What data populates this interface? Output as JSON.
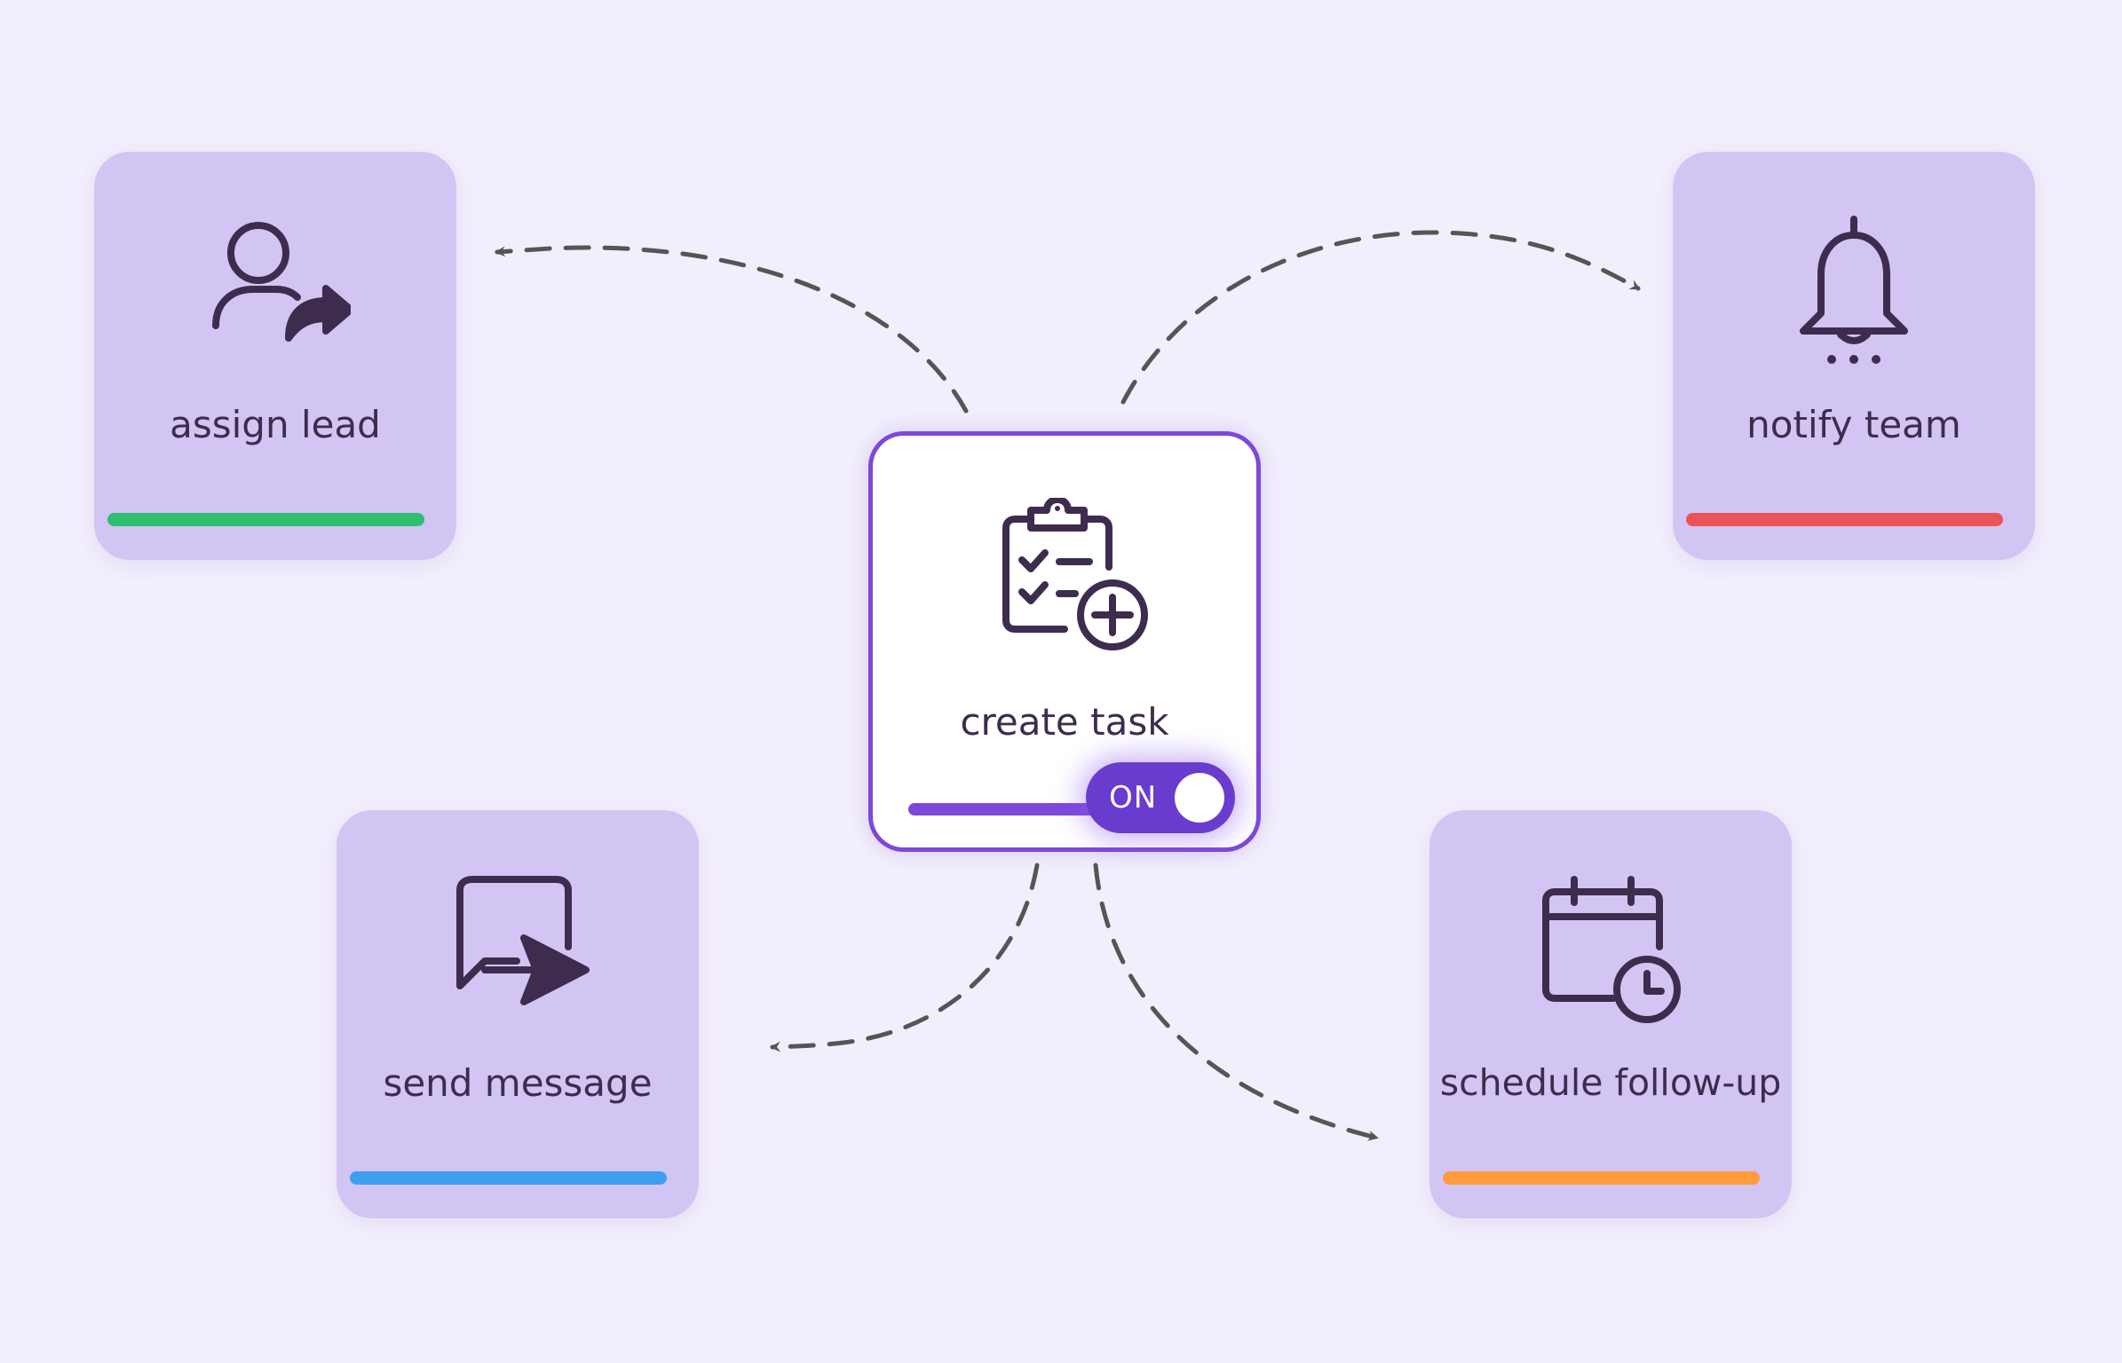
{
  "colors": {
    "background": "#f2eefc",
    "card": "#d2c5f3",
    "accent": "#7d48da",
    "toggle": "#6a3bcf",
    "connector": "#555555",
    "icon_stroke": "#3e2c4e"
  },
  "center": {
    "label": "create task",
    "icon": "clipboard-add-icon",
    "toggle_label": "ON",
    "toggle_on": true
  },
  "actions": [
    {
      "id": "assign",
      "label": "assign lead",
      "icon": "user-forward-icon",
      "bar_color": "#2fbf73"
    },
    {
      "id": "notify",
      "label": "notify team",
      "icon": "bell-icon",
      "bar_color": "#ec5358"
    },
    {
      "id": "message",
      "label": "send message",
      "icon": "message-send-icon",
      "bar_color": "#3e9ff0"
    },
    {
      "id": "schedule",
      "label": "schedule follow-up",
      "icon": "calendar-clock-icon",
      "bar_color": "#ff9b3d"
    }
  ]
}
